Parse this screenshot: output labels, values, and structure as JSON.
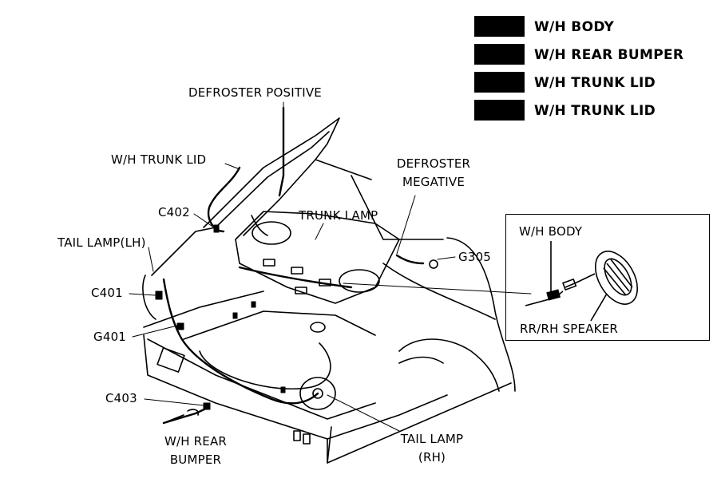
{
  "legend": [
    "W/H BODY",
    "W/H REAR BUMPER",
    "W/H TRUNK LID",
    "W/H TRUNK LID"
  ],
  "labels": {
    "defroster_positive": "DEFROSTER POSITIVE",
    "wh_trunk_lid": "W/H TRUNK LID",
    "defroster_negative_1": "DEFROSTER",
    "defroster_negative_2": "MEGATIVE",
    "c402": "C402",
    "trunk_lamp": "TRUNK LAMP",
    "tail_lamp_lh": "TAIL LAMP(LH)",
    "g305": "G305",
    "c401": "C401",
    "g401": "G401",
    "c403": "C403",
    "wh_rear_bumper_1": "W/H REAR",
    "wh_rear_bumper_2": "BUMPER",
    "tail_lamp_rh_1": "TAIL LAMP",
    "tail_lamp_rh_2": "(RH)",
    "inset_wh_body": "W/H BODY",
    "rr_rh_speaker": "RR/RH SPEAKER"
  }
}
